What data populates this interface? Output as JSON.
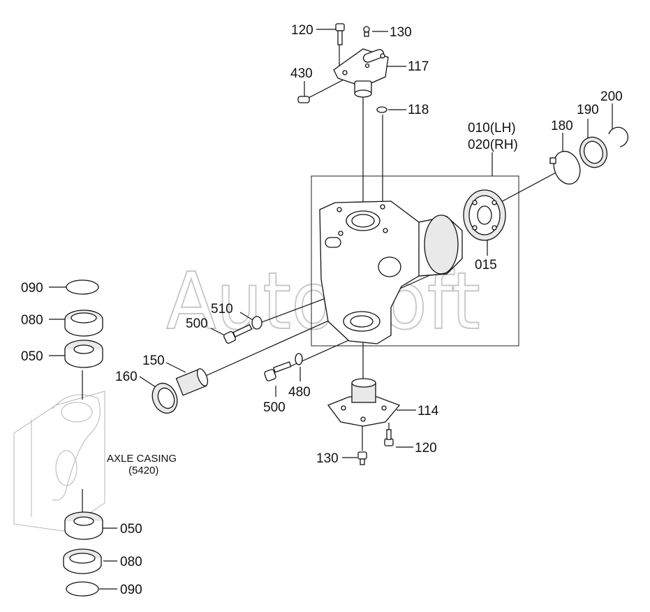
{
  "watermark": "AutoSoft",
  "labels": {
    "l120_top": "120",
    "l130_top": "130",
    "l117": "117",
    "l430": "430",
    "l118": "118",
    "l010": "010(LH)",
    "l020": "020(RH)",
    "l180": "180",
    "l190": "190",
    "l200": "200",
    "l015": "015",
    "l090_top": "090",
    "l080_top": "080",
    "l050_top": "050",
    "l510": "510",
    "l500_a": "500",
    "l150": "150",
    "l160": "160",
    "l500_b": "500",
    "l480": "480",
    "l114": "114",
    "l120_bot": "120",
    "l130_bot": "130",
    "axle_casing": "AXLE CASING",
    "axle_casing_ref": "(5420)",
    "l050_bot": "050",
    "l080_bot": "080",
    "l090_bot": "090"
  }
}
